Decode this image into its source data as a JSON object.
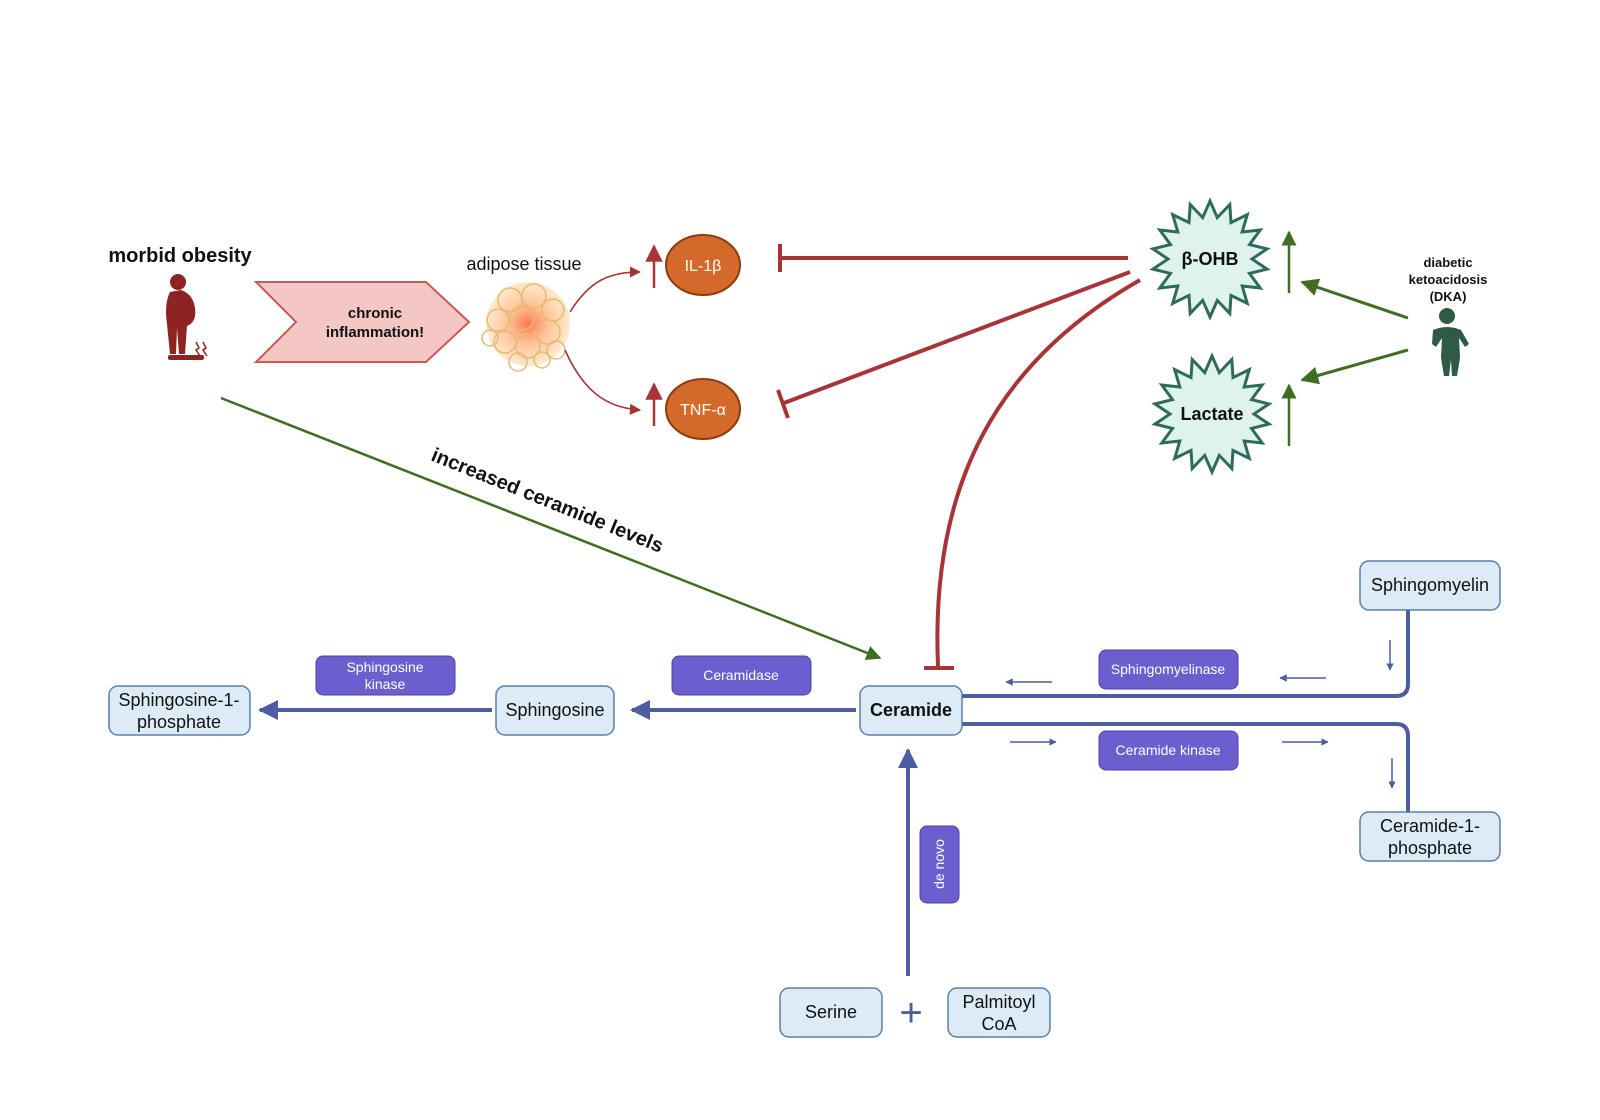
{
  "obesity": {
    "title": "morbid obesity"
  },
  "chevron": {
    "line1": "chronic",
    "line2": "inflammation!"
  },
  "adipose": {
    "label": "adipose tissue"
  },
  "cytokines": {
    "il1b": "IL-1β",
    "tnfa": "TNF-α"
  },
  "ketones": {
    "bohb": "β-OHB",
    "lactate": "Lactate"
  },
  "dka": {
    "line1": "diabetic",
    "line2": "ketoacidosis",
    "line3": "(DKA)"
  },
  "green_arrow_label": "increased ceramide levels",
  "metabolites": {
    "s1p_line1": "Sphingosine-1-",
    "s1p_line2": "phosphate",
    "sphingosine": "Sphingosine",
    "ceramide": "Ceramide",
    "sphingomyelin": "Sphingomyelin",
    "c1p_line1": "Ceramide-1-",
    "c1p_line2": "phosphate",
    "serine": "Serine",
    "palmitoyl_line1": "Palmitoyl",
    "palmitoyl_line2": "CoA",
    "plus": "+"
  },
  "enzymes": {
    "sphingosine_kinase_line1": "Sphingosine",
    "sphingosine_kinase_line2": "kinase",
    "ceramidase": "Ceramidase",
    "sphingomyelinase": "Sphingomyelinase",
    "ceramide_kinase": "Ceramide kinase",
    "de_novo": "de novo"
  },
  "colors": {
    "inhibit_red": "#a83438",
    "green": "#3f6e22",
    "pathway_blue": "#4e5d9f",
    "enzyme_fill": "#6b5fcf",
    "box_fill": "#ddebf7",
    "box_stroke": "#5a7fa8",
    "cytokine_fill": "#d46a2a",
    "star_fill": "#dff3ee",
    "star_stroke": "#2f6b5c",
    "chevron_fill": "#f4c7c5",
    "figure_red": "#8e2323",
    "figure_green": "#2f5a45"
  }
}
